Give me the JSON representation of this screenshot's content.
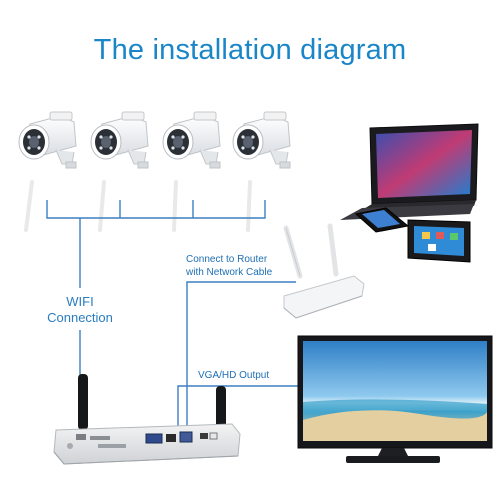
{
  "title": "The installation diagram",
  "labels": {
    "wifi_line1": "WIFI",
    "wifi_line2": "Connection",
    "router_line1": "Connect to Router",
    "router_line2": "with Network Cable",
    "vga": "VGA/HD Output"
  },
  "colors": {
    "title": "#1a86c8",
    "line": "#3b7fc4",
    "label": "#1f6fb5"
  },
  "devices": {
    "camera_count": 4,
    "icons": [
      "camera-icon",
      "router-icon",
      "nvr-icon",
      "laptop-icon",
      "phone-icon",
      "tablet-icon",
      "monitor-icon"
    ]
  }
}
